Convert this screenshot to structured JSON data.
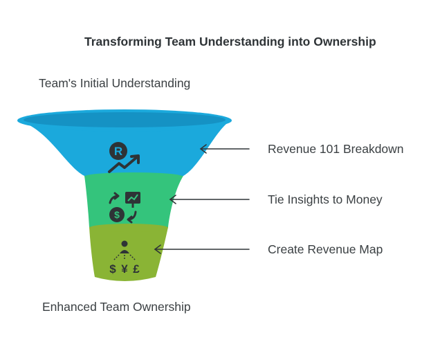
{
  "title": "Transforming Team Understanding into Ownership",
  "top_label": "Team's Initial Understanding",
  "bottom_label": "Enhanced Team Ownership",
  "stages": [
    {
      "label": "Revenue 101 Breakdown",
      "color": "#1ba9dc",
      "icon": "rupee-growth-icon"
    },
    {
      "label": "Tie Insights to Money",
      "color": "#34c47c",
      "icon": "money-chart-exchange-icon"
    },
    {
      "label": "Create Revenue Map",
      "color": "#8ab435",
      "icon": "person-currencies-icon"
    }
  ],
  "colors": {
    "rim_top": "#1ba9dc",
    "rim_inner": "#1592c4",
    "icon": "#2e3336",
    "arrow": "#2e3336"
  }
}
